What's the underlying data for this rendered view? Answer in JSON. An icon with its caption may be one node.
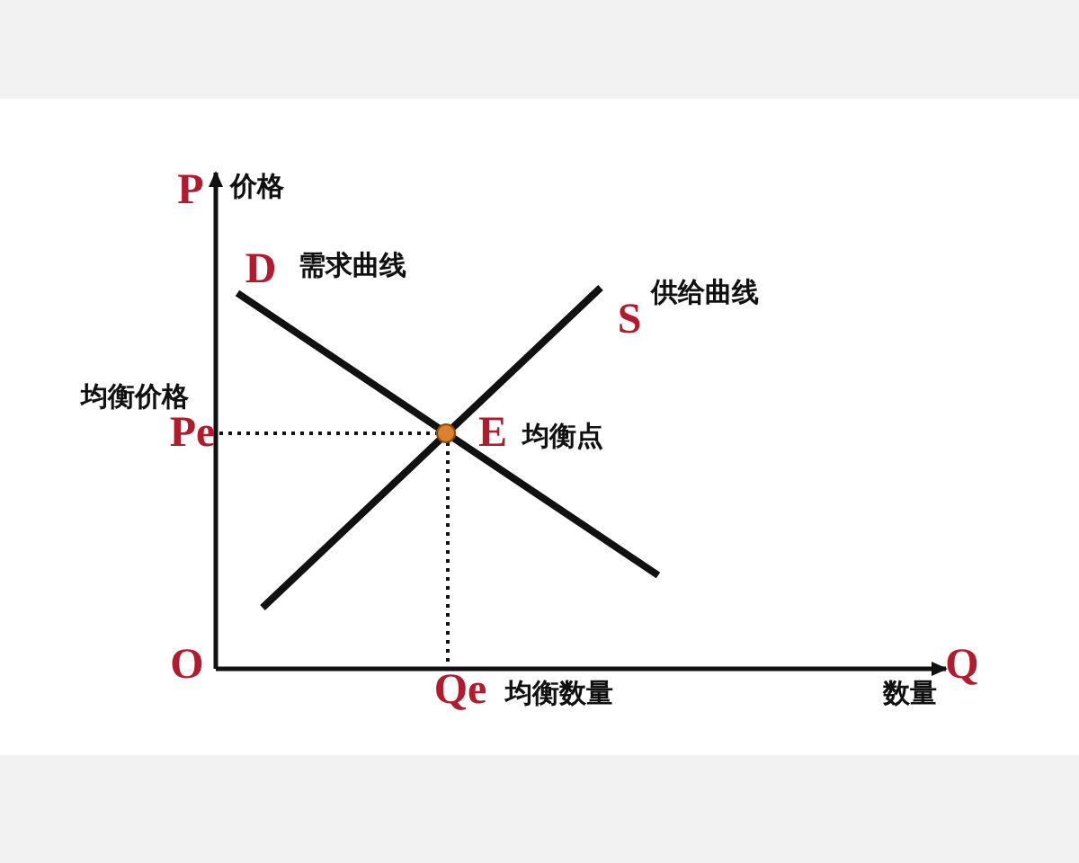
{
  "diagram": {
    "labels": [
      "P",
      "价格",
      "D",
      "需求曲线",
      "S",
      "供给曲线",
      "均衡价格",
      "Pe",
      "E",
      "均衡点",
      "O",
      "Qe",
      "均衡数量",
      "数量",
      "Q"
    ]
  }
}
